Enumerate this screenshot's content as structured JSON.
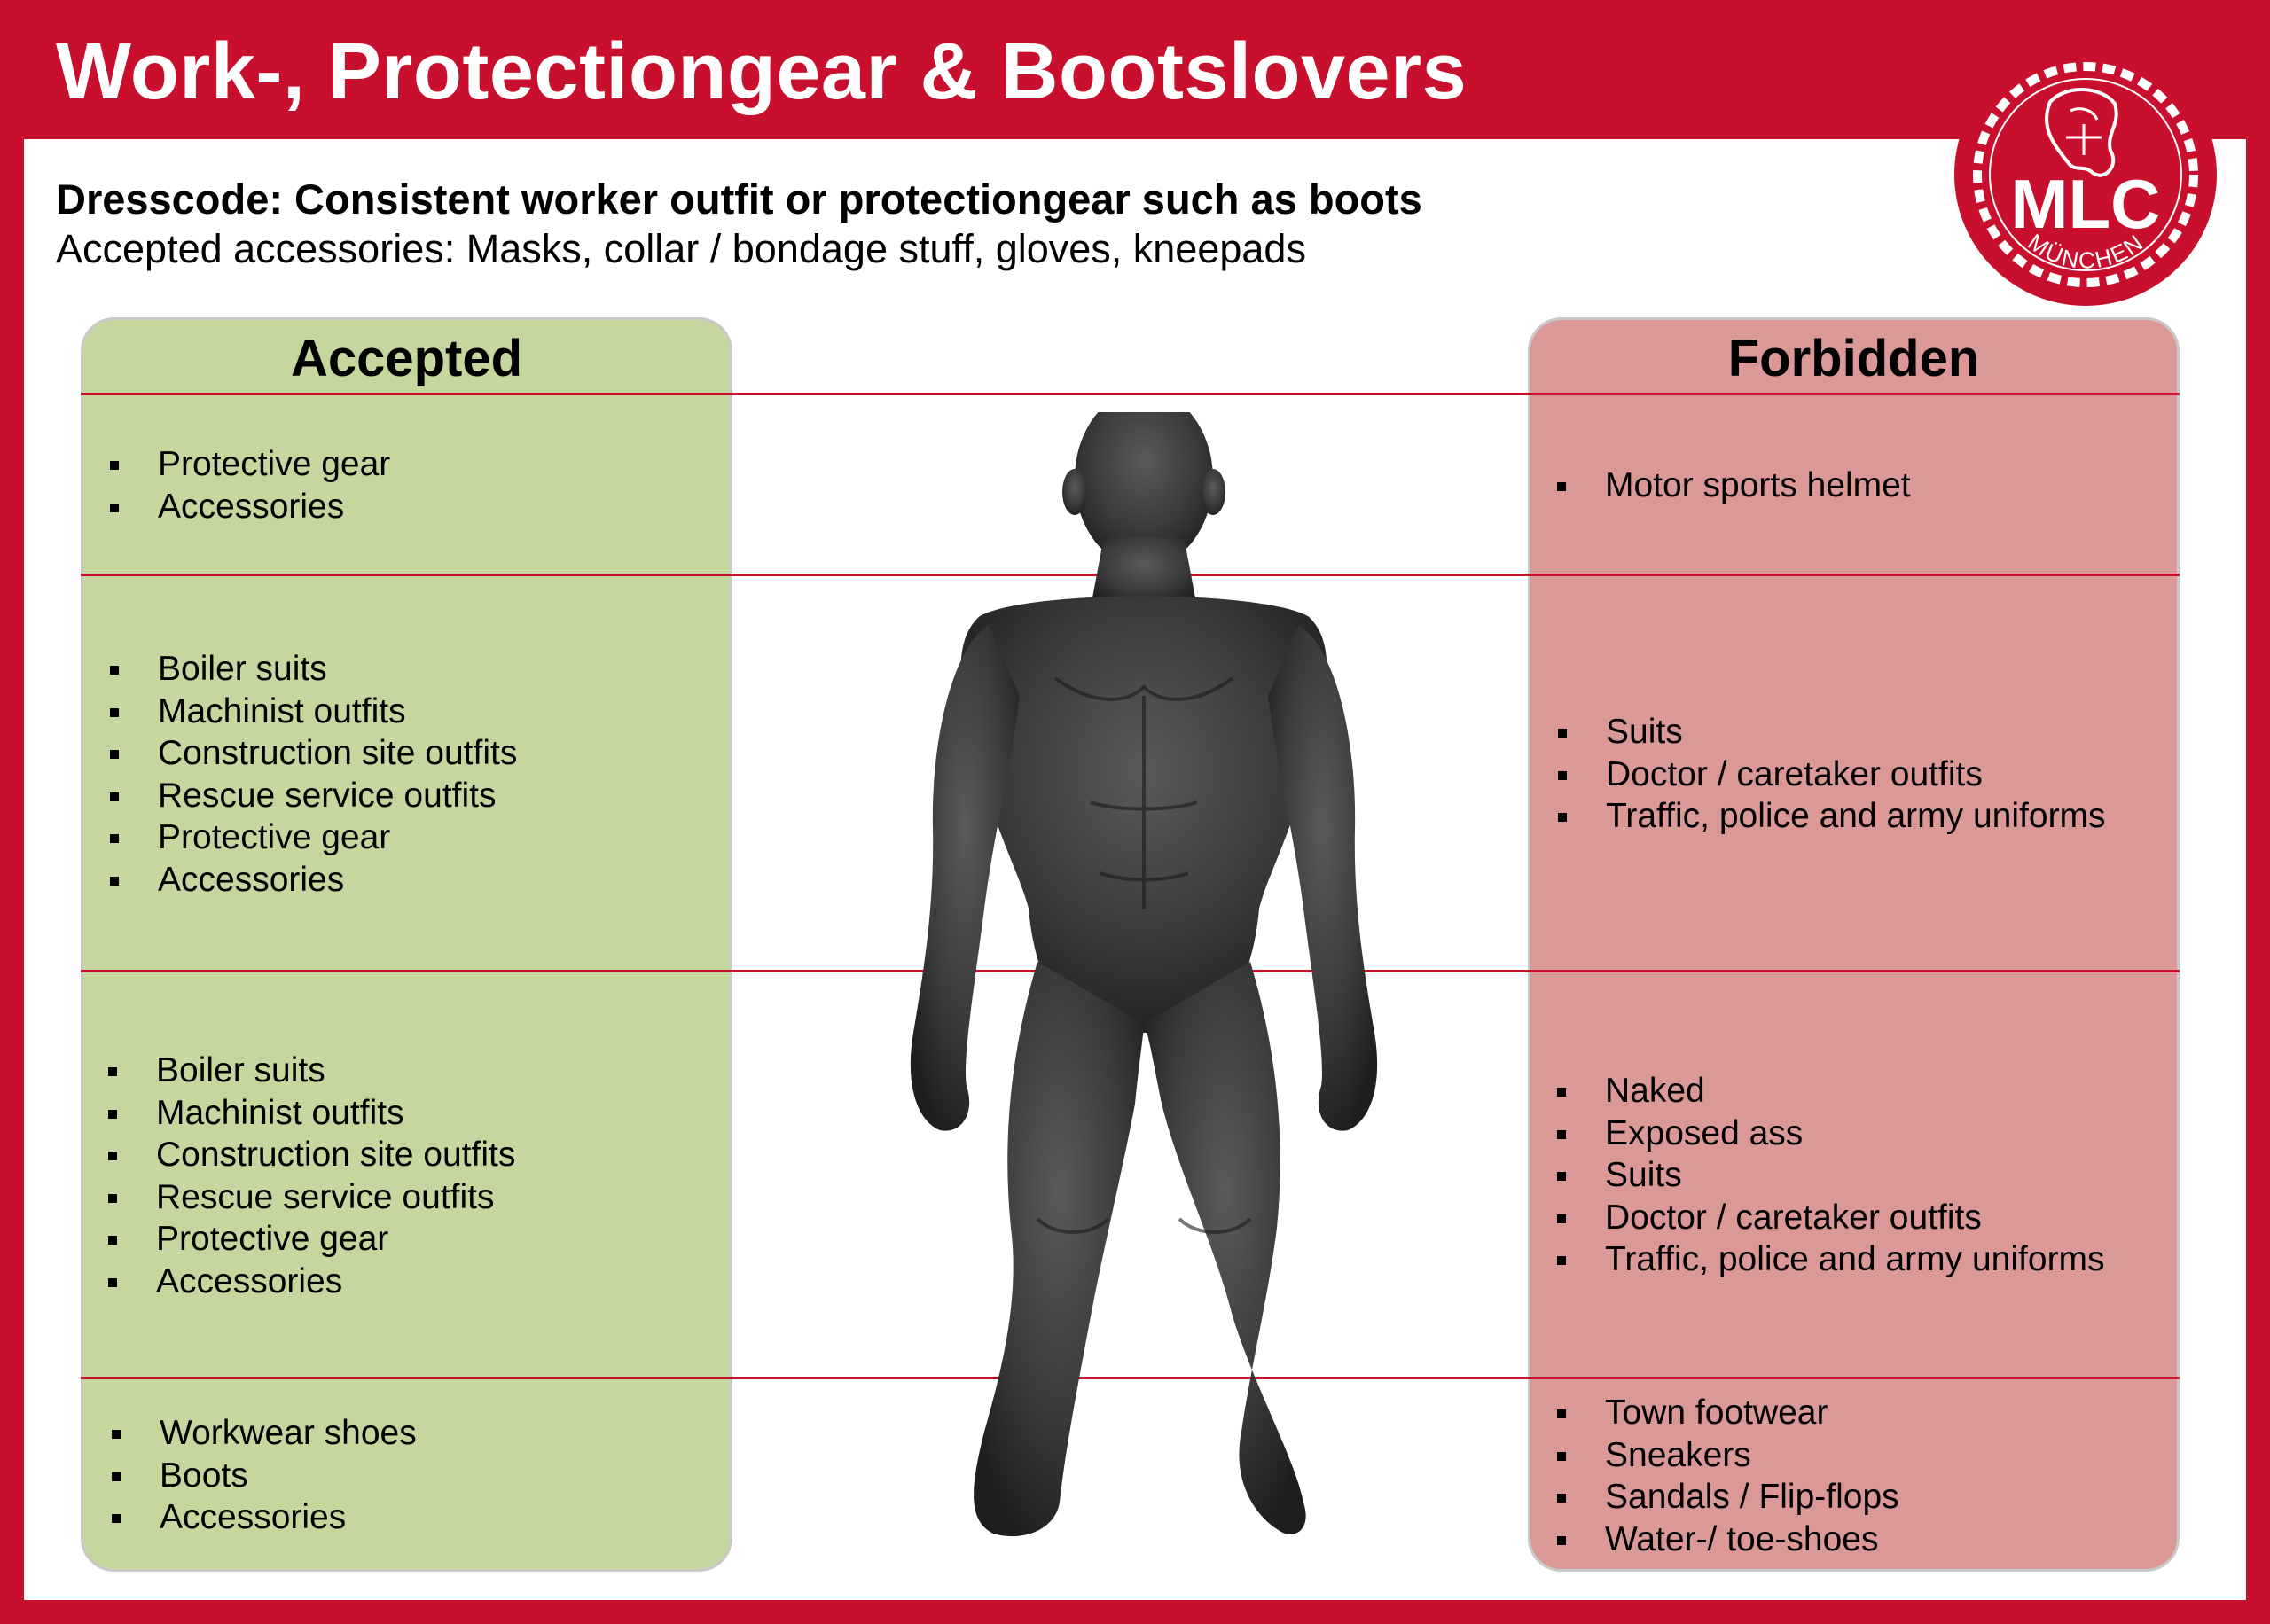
{
  "header": {
    "title": "Work-, Protectiongear & Bootslovers"
  },
  "intro": {
    "dresscode": "Dresscode: Consistent worker outfit or protectiongear such as boots",
    "accessories": "Accepted accessories: Masks, collar / bondage stuff, gloves, kneepads"
  },
  "logo": {
    "text": "MLC",
    "subtext": "MÜNCHEN",
    "color": "#c8102e"
  },
  "accepted": {
    "heading": "Accepted",
    "color": "#c5d79e",
    "head_zone": [
      "Protective gear",
      "Accessories"
    ],
    "torso_zone": [
      "Boiler suits",
      "Machinist outfits",
      "Construction site outfits",
      "Rescue service outfits",
      "Protective gear",
      "Accessories"
    ],
    "legs_zone": [
      "Boiler suits",
      "Machinist outfits",
      "Construction site outfits",
      "Rescue service outfits",
      "Protective gear",
      "Accessories"
    ],
    "feet_zone": [
      "Workwear shoes",
      "Boots",
      "Accessories"
    ]
  },
  "forbidden": {
    "heading": "Forbidden",
    "color": "#da9897",
    "head_zone": [
      "Motor sports helmet"
    ],
    "torso_zone": [
      "Suits",
      "Doctor / caretaker outfits",
      "Traffic, police and army uniforms"
    ],
    "legs_zone": [
      "Naked",
      "Exposed ass",
      "Suits",
      "Doctor / caretaker outfits",
      "Traffic, police and army uniforms"
    ],
    "feet_zone": [
      "Town footwear",
      "Sneakers",
      "Sandals / Flip-flops",
      "Water-/ toe-shoes"
    ]
  },
  "figure": {
    "icon": "mannequin-figure"
  }
}
